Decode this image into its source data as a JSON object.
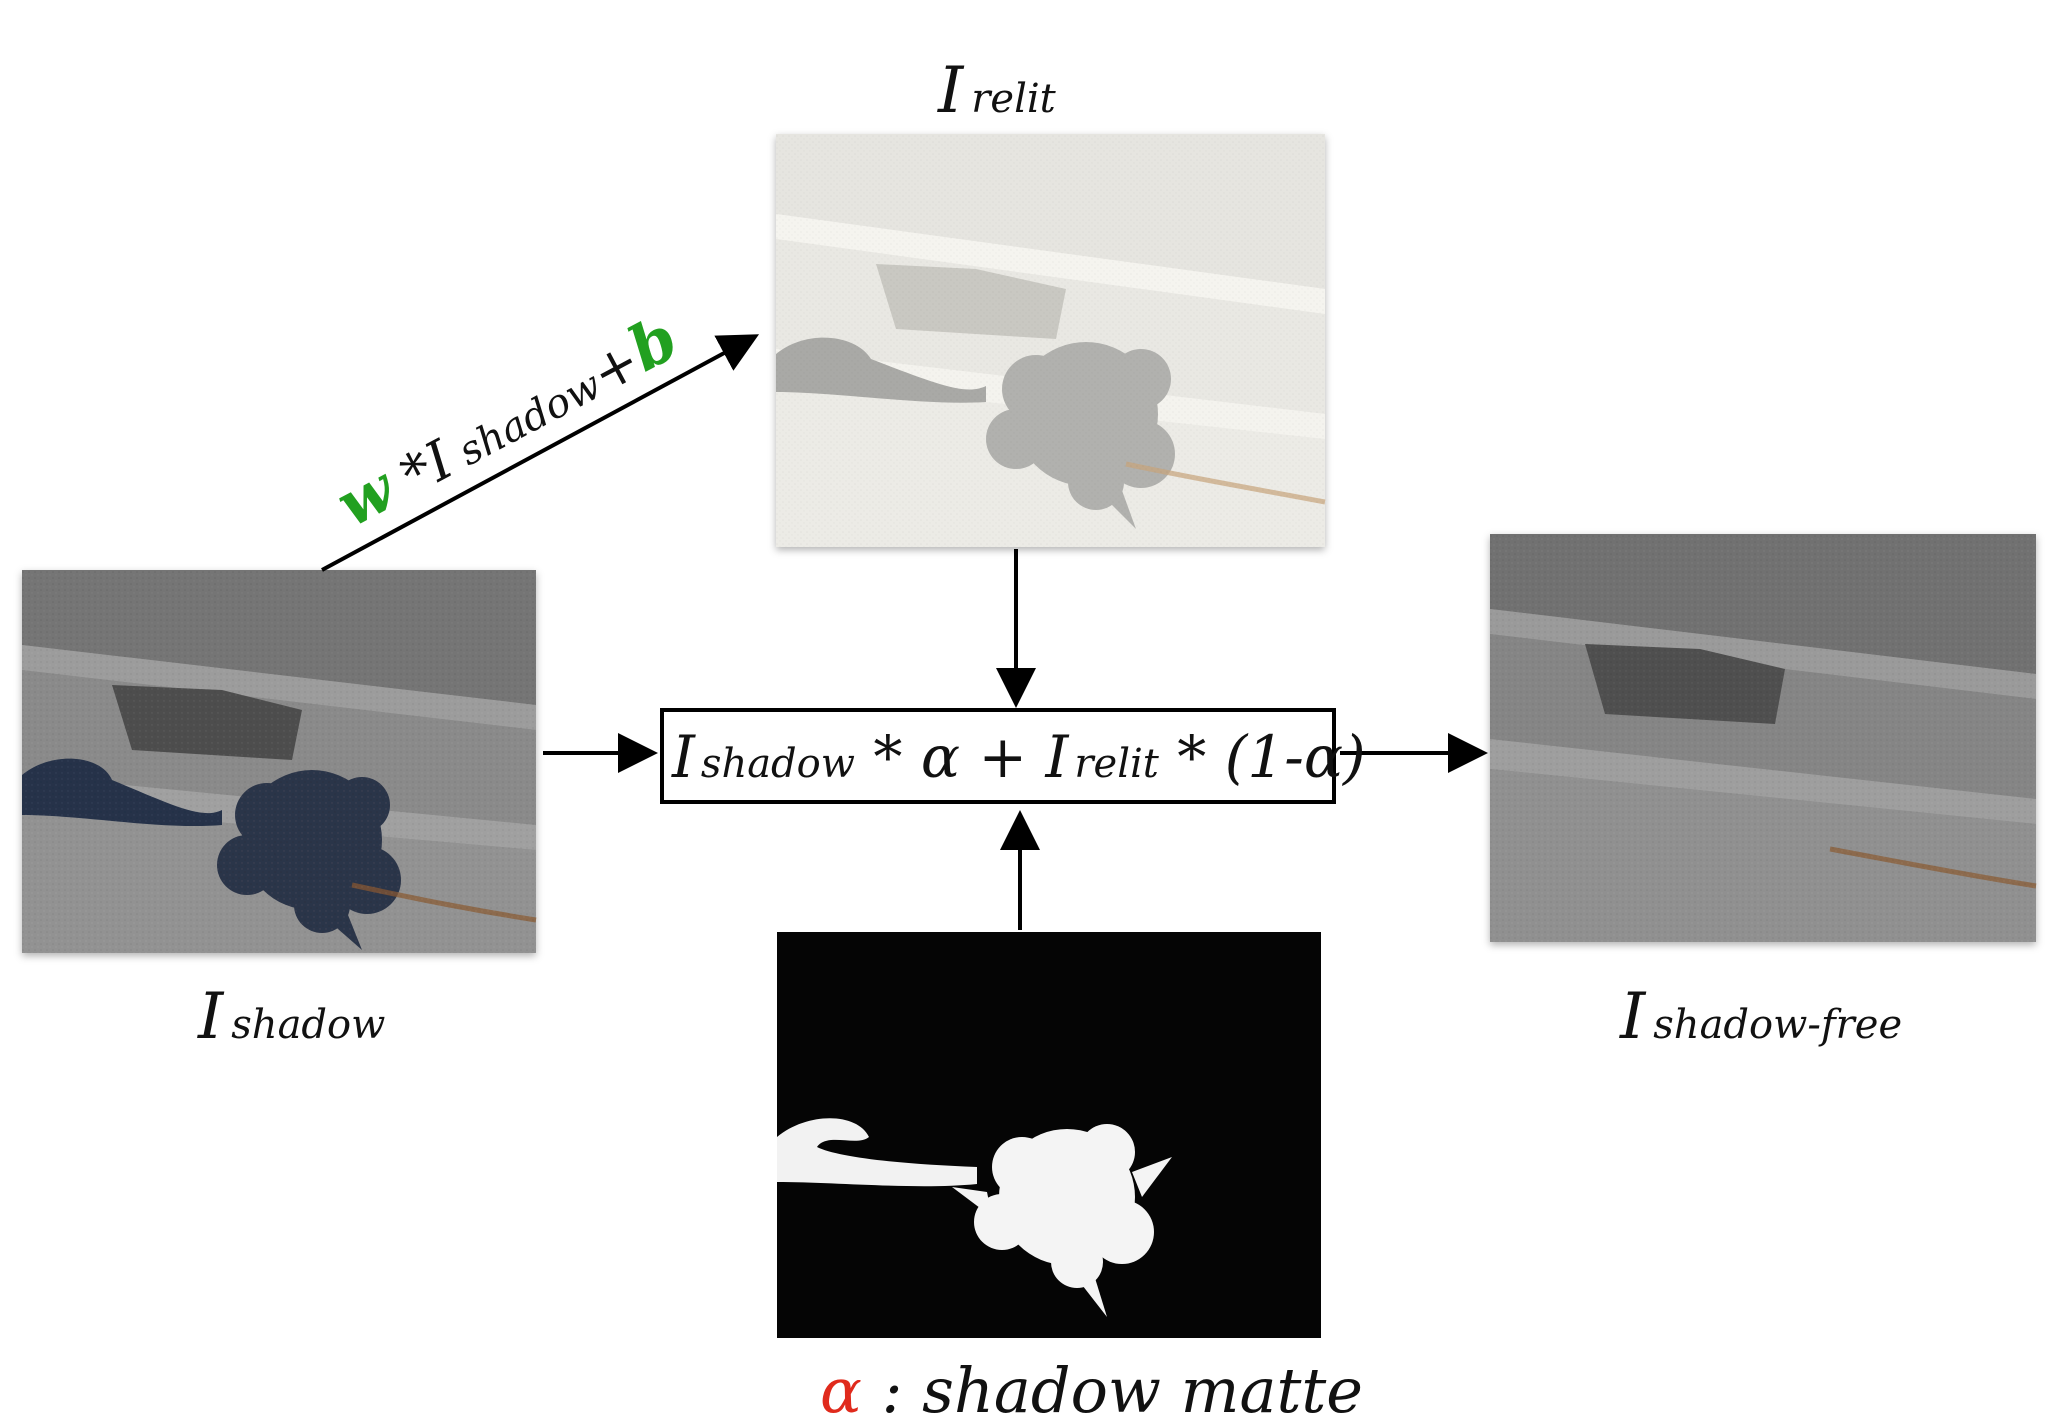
{
  "labels": {
    "relit": {
      "main": "I",
      "sub": "relit"
    },
    "shadow": {
      "main": "I",
      "sub": "shadow"
    },
    "shadow_free": {
      "main": "I",
      "sub": "shadow-free"
    },
    "matte": {
      "symbol": "α",
      "text": " : shadow matte"
    }
  },
  "formula": {
    "t1": "I",
    "t1_sub": "shadow",
    "t2": " * α + ",
    "t3": "I",
    "t3_sub": "relit",
    "t4": " * (1-α)"
  },
  "edge_label": {
    "w": "w",
    "op": " *I",
    "sub": " shadow",
    "plus": "+",
    "b": "b"
  },
  "colors": {
    "accent_green": "#22a020",
    "accent_red": "#e02a1c"
  },
  "images": {
    "shadow": "stone steps with leaf shadow",
    "relit": "relit stone steps",
    "shadow_free": "stone steps without shadow",
    "matte": "white shadow matte on black"
  }
}
